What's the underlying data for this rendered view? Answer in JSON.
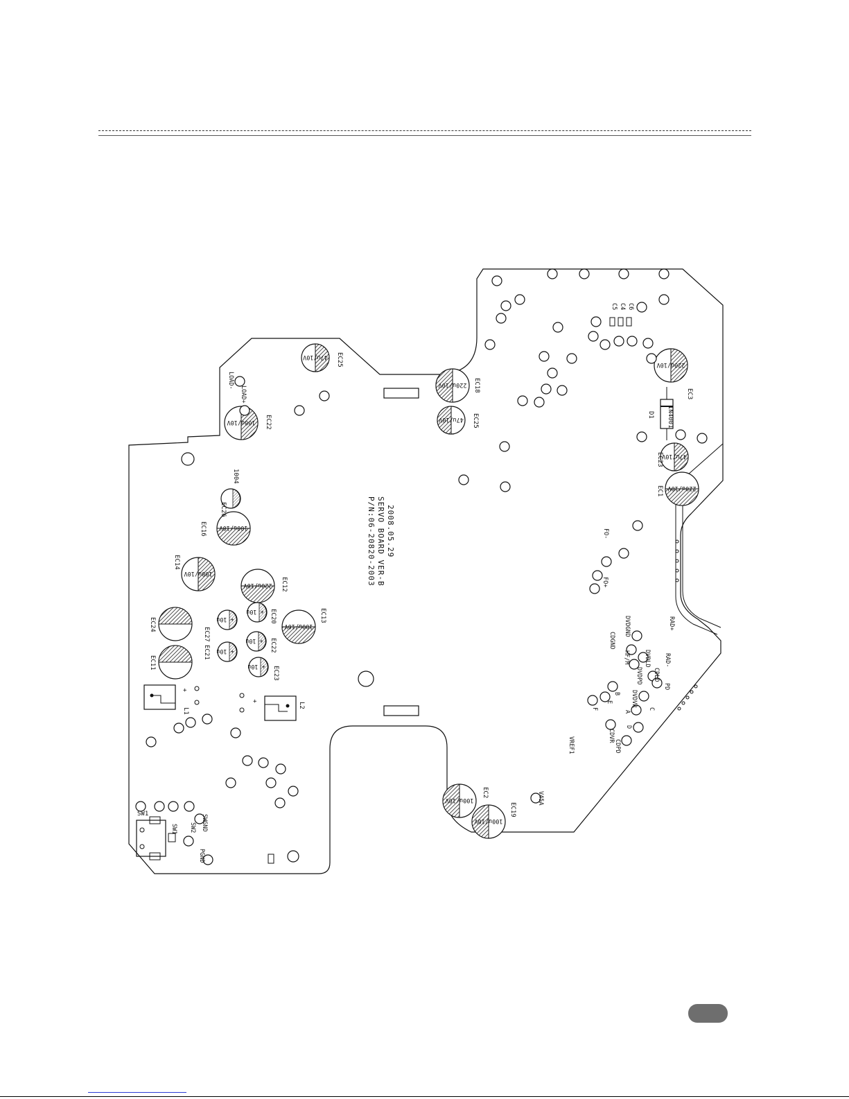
{
  "board": {
    "lines": [
      "2008.05.29",
      "SERVO BOARD VER-B",
      "P/N:06-20820-2003"
    ]
  },
  "decor": "1004",
  "diode": {
    "ref": "D1",
    "value": "IN4001"
  },
  "caps_large": [
    {
      "ref": "EC25",
      "value": "47u/10V"
    },
    {
      "ref": "EC22",
      "value": "100u/10V"
    },
    {
      "ref": "EC18",
      "value": "220u/10V"
    },
    {
      "ref": "EC25",
      "value": "47u/10V"
    },
    {
      "ref": "EC3",
      "value": "220u/10V"
    },
    {
      "ref": "EC23",
      "value": "47u/10V"
    },
    {
      "ref": "EC1",
      "value": "220u/10V"
    },
    {
      "ref": "EC16",
      "value": "100u/10V"
    },
    {
      "ref": "EC14",
      "value": "100u/10V"
    },
    {
      "ref": "EC12",
      "value": "220u/10V"
    },
    {
      "ref": "EC13",
      "value": "100u/10V"
    },
    {
      "ref": "EC24",
      "value": ""
    },
    {
      "ref": "EC11",
      "value": ""
    },
    {
      "ref": "EC2",
      "value": "100u/10V"
    },
    {
      "ref": "EC19",
      "value": "100u/10V"
    }
  ],
  "caps_small": [
    {
      "ref": "EC26",
      "value": ""
    },
    {
      "ref": "EC27",
      "value": "10u"
    },
    {
      "ref": "EC21",
      "value": "10u"
    },
    {
      "ref": "EC20",
      "value": "10u"
    },
    {
      "ref": "EC22",
      "value": "10u"
    },
    {
      "ref": "EC23",
      "value": "10u"
    }
  ],
  "inductors": [
    {
      "ref": "L1"
    },
    {
      "ref": "L2"
    }
  ],
  "switch": {
    "ref": "SW1"
  },
  "pads": {
    "load_plus": "LOAD+",
    "load_minus": "LOAD-",
    "c5": "C5",
    "c4": "C4",
    "c6": "C6",
    "fo_minus": "FO-",
    "fo_plus": "FO+",
    "rad_plus": "RAD+",
    "rad_minus": "RAD-",
    "dvddnd": "DVDGND",
    "cdgnd": "CDGND",
    "dvdld": "DVDLD",
    "hfm": "HF/M",
    "dvdpd": "DVDPD",
    "cdld": "CDLD",
    "pd": "PD",
    "dvdvr": "DVDVR",
    "b": "B",
    "e": "E",
    "f": "F",
    "a": "A",
    "c": "C",
    "d": "D",
    "cdvr": "CDVR",
    "cdpd": "CDPD",
    "vref": "VREF1",
    "v45": "V45A",
    "swgnd": "SWGND",
    "sw2": "SW2",
    "sw1": "SW1",
    "pgnd": "PGND"
  }
}
